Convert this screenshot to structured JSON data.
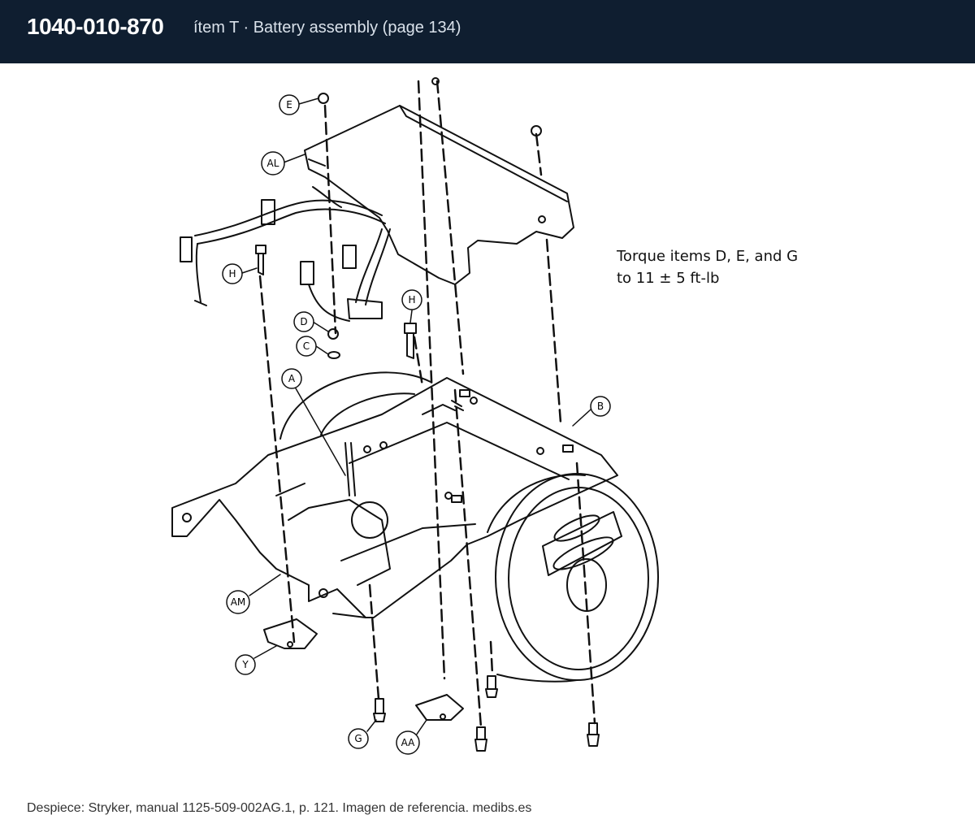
{
  "header": {
    "part_number": "1040-010-870",
    "item_desc": "ítem T · Battery assembly (page 134)"
  },
  "note": {
    "line1": "Torque items D, E, and  G",
    "line2": "to 11 ± 5 ft-lb"
  },
  "callouts": {
    "e": "E",
    "al": "AL",
    "h1": "H",
    "h2": "H",
    "d": "D",
    "c": "C",
    "a": "A",
    "b": "B",
    "am": "AM",
    "y": "Y",
    "g": "G",
    "aa": "AA"
  },
  "footer": {
    "text": "Despiece: Stryker, manual 1125-509-002AG.1, p. 121. Imagen de referencia. medibs.es"
  },
  "colors": {
    "header_bg": "#0f1e30",
    "line": "#111111"
  }
}
